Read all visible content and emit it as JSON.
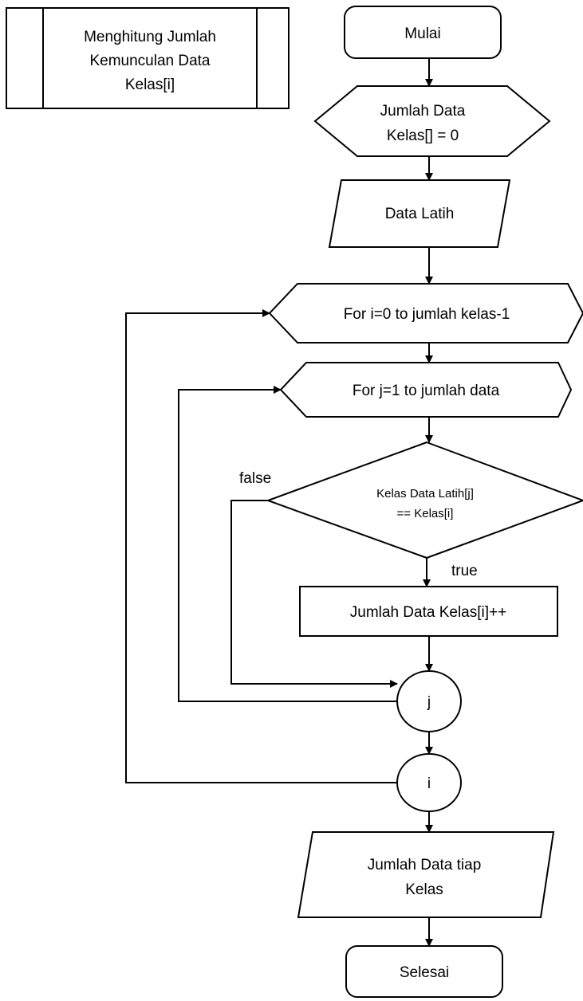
{
  "subroutine": {
    "lines": [
      "Menghitung Jumlah",
      "Kemunculan Data",
      "Kelas[i]"
    ]
  },
  "start": {
    "label": "Mulai"
  },
  "init": {
    "lines": [
      "Jumlah Data",
      "Kelas[] = 0"
    ]
  },
  "input": {
    "label": "Data Latih"
  },
  "loop_i": {
    "label": "For i=0 to jumlah kelas-1"
  },
  "loop_j": {
    "label": "For j=1 to jumlah data"
  },
  "decision": {
    "lines": [
      "Kelas Data Latih[j]",
      "== Kelas[i]"
    ]
  },
  "branch": {
    "false_label": "false",
    "true_label": "true"
  },
  "increment": {
    "label": "Jumlah Data Kelas[i]++"
  },
  "connector_j": {
    "label": "j"
  },
  "connector_i": {
    "label": "i"
  },
  "output": {
    "lines": [
      "Jumlah Data  tiap",
      "Kelas"
    ]
  },
  "end": {
    "label": "Selesai"
  }
}
